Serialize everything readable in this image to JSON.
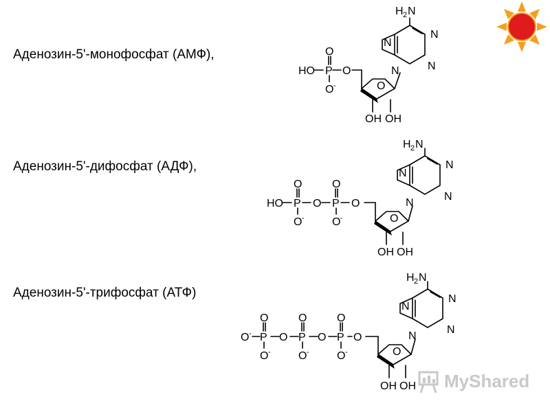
{
  "labels": {
    "amp": "Аденозин-5'-монофосфат (АМФ),",
    "adp": "Аденозин-5'-дифосфат (АДФ),",
    "atp": "Аденозин-5'-трифосфат (АТФ)"
  },
  "atoms": {
    "H": "H",
    "two": "2",
    "N": "N",
    "O": "O",
    "P": "P",
    "HO": "HO",
    "OH": "OH",
    "minus": "-"
  },
  "logo": {
    "name": "MyShared",
    "icon": "presentation-board-icon"
  },
  "colors": {
    "sun": "#e01b1b",
    "sun_rays": "#f3a01e",
    "watermark": "#c9c9c9"
  }
}
